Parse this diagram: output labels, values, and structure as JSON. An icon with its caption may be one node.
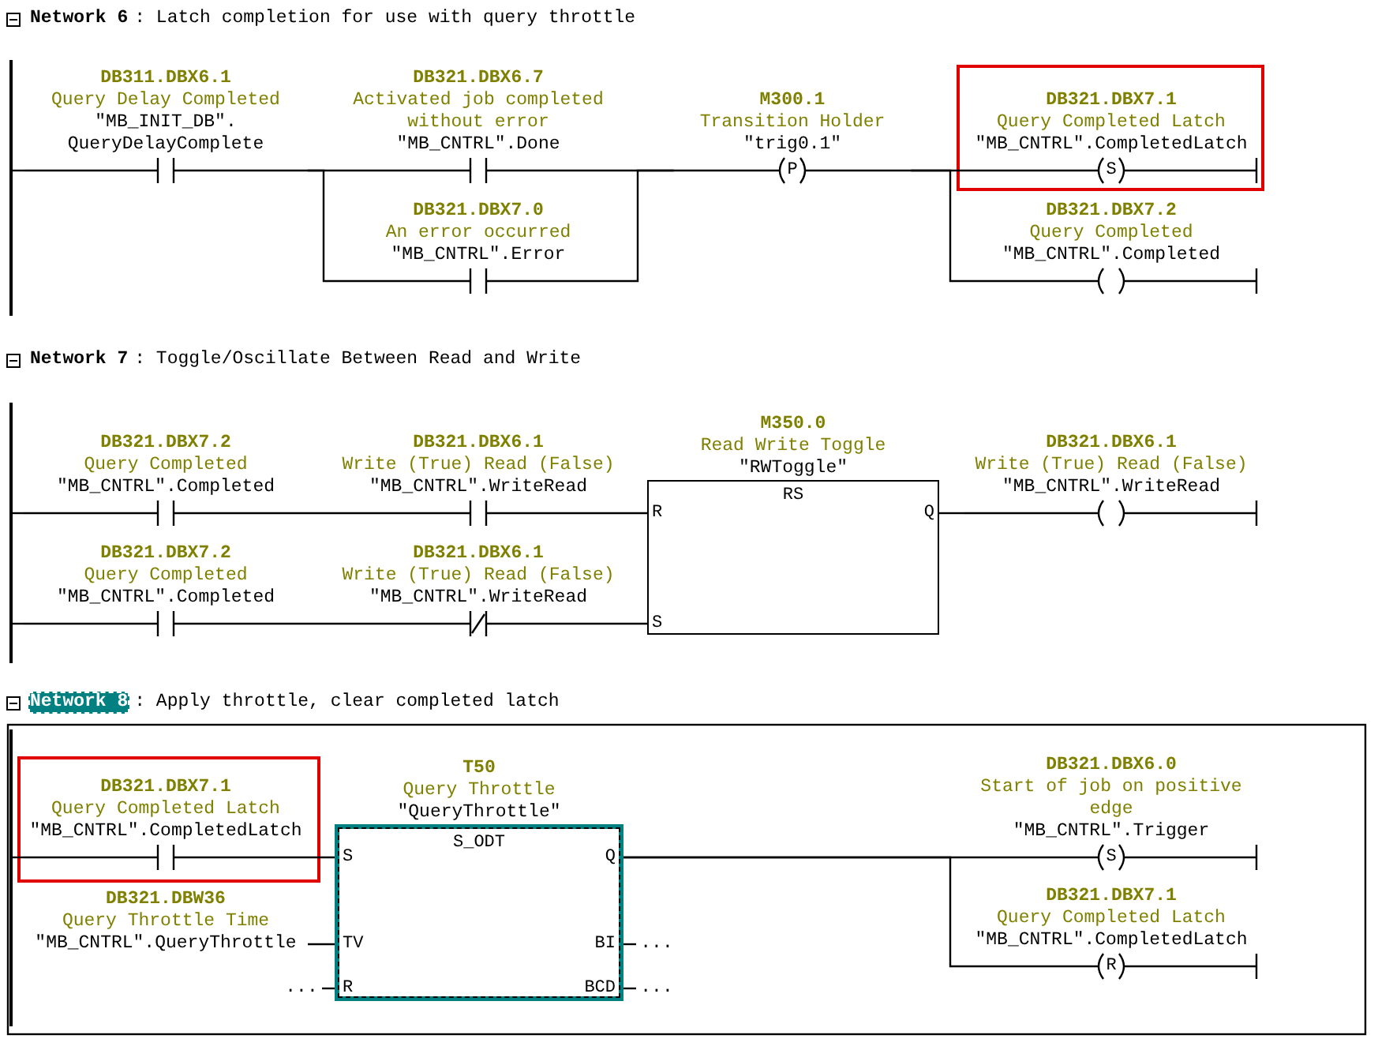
{
  "diagram": {
    "nodes": [
      {
        "text": [],
        "shape": "bar"
      },
      {
        "text": [
          "DB311.DBX6.1",
          "Query Delay Completed",
          "\"MB_INIT_DB\". QueryDelayComplete"
        ]
      },
      {
        "text": [
          "DB321.DBX6.7",
          "Activated job completed without error",
          "\"MB_CNTRL\".Done"
        ]
      },
      {
        "text": [
          "DB321.DBX7.0",
          "An error occurred",
          "\"MB_CNTRL\".Error"
        ]
      },
      {
        "text": [
          "M300.1",
          "Transition Holder",
          "\"trig0.1\"",
          "P"
        ]
      },
      {
        "text": [
          "DB321.DBX7.1",
          "Query Completed Latch",
          "\"MB_CNTRL\".CompletedLatch",
          "S"
        ]
      },
      {
        "text": [
          "DB321.DBX7.2",
          "Query Completed",
          "\"MB_CNTRL\".Completed"
        ]
      },
      {
        "text": [],
        "shape": "bar"
      },
      {
        "text": [
          "DB321.DBX7.2",
          "Query Completed",
          "\"MB_CNTRL\".Completed"
        ]
      },
      {
        "text": [
          "DB321.DBX6.1",
          "Write (True) Read (False)",
          "\"MB_CNTRL\".WriteRead"
        ]
      },
      {
        "text": [
          "DB321.DBX7.2",
          "Query Completed",
          "\"MB_CNTRL\".Completed"
        ]
      },
      {
        "text": [
          "DB321.DBX6.1",
          "Write (True) Read (False)",
          "\"MB_CNTRL\".WriteRead"
        ]
      },
      {
        "text": [
          "M350.0",
          "Read Write Toggle",
          "\"RWToggle\"",
          "RS",
          "R",
          "S",
          "Q"
        ]
      },
      {
        "text": [
          "DB321.DBX6.1",
          "Write (True) Read (False)",
          "\"MB_CNTRL\".WriteRead"
        ]
      },
      {
        "text": [],
        "shape": "bar"
      },
      {
        "text": [
          "DB321.DBX7.1",
          "Query Completed Latch",
          "\"MB_CNTRL\".CompletedLatch"
        ]
      },
      {
        "text": [
          "DB321.DBW36",
          "Query Throttle Time",
          "\"MB_CNTRL\".QueryThrottle"
        ]
      },
      {
        "text": [
          "..."
        ]
      },
      {
        "text": [
          "T50",
          "Query Throttle",
          "\"QueryThrottle\"",
          "S_ODT",
          "S",
          "TV",
          "R",
          "Q",
          "BI",
          "BCD"
        ]
      },
      {
        "text": [
          "..."
        ]
      },
      {
        "text": [
          "..."
        ]
      },
      {
        "text": [
          "DB321.DBX6.0",
          "Start of job on positive edge",
          "\"MB_CNTRL\".Trigger",
          "S"
        ]
      },
      {
        "text": [
          "DB321.DBX7.1",
          "Query Completed Latch",
          "\"MB_CNTRL\".CompletedLatch",
          "R"
        ]
      }
    ],
    "edges": [
      {
        "from": 0,
        "to": 1,
        "arrow": "none"
      },
      {
        "from": 1,
        "to": 2,
        "arrow": "none"
      },
      {
        "from": 1,
        "to": 3,
        "arrow": "none"
      },
      {
        "from": 2,
        "to": 4,
        "arrow": "none"
      },
      {
        "from": 3,
        "to": 4,
        "arrow": "none"
      },
      {
        "from": 4,
        "to": 5,
        "arrow": "none"
      },
      {
        "from": 4,
        "to": 6,
        "arrow": "none"
      },
      {
        "from": 7,
        "to": 8,
        "arrow": "none"
      },
      {
        "from": 8,
        "to": 9,
        "arrow": "none"
      },
      {
        "from": 9,
        "to": 12,
        "arrow": "none"
      },
      {
        "from": 7,
        "to": 10,
        "arrow": "none"
      },
      {
        "from": 10,
        "to": 11,
        "arrow": "none"
      },
      {
        "from": 11,
        "to": 12,
        "arrow": "none"
      },
      {
        "from": 12,
        "to": 13,
        "arrow": "none"
      },
      {
        "from": 14,
        "to": 15,
        "arrow": "none"
      },
      {
        "from": 15,
        "to": 18,
        "arrow": "none"
      },
      {
        "from": 16,
        "to": 18,
        "arrow": "none"
      },
      {
        "from": 17,
        "to": 18,
        "arrow": "none"
      },
      {
        "from": 18,
        "to": 19,
        "arrow": "none"
      },
      {
        "from": 18,
        "to": 20,
        "arrow": "none"
      },
      {
        "from": 18,
        "to": 21,
        "arrow": "none"
      },
      {
        "from": 18,
        "to": 22,
        "arrow": "none"
      }
    ],
    "labels": [
      "Network 6",
      ": Latch completion for use with query throttle",
      "Network 7",
      ": Toggle/Oscillate Between Read and Write",
      "Network 8",
      ": Apply throttle, clear completed latch"
    ]
  }
}
